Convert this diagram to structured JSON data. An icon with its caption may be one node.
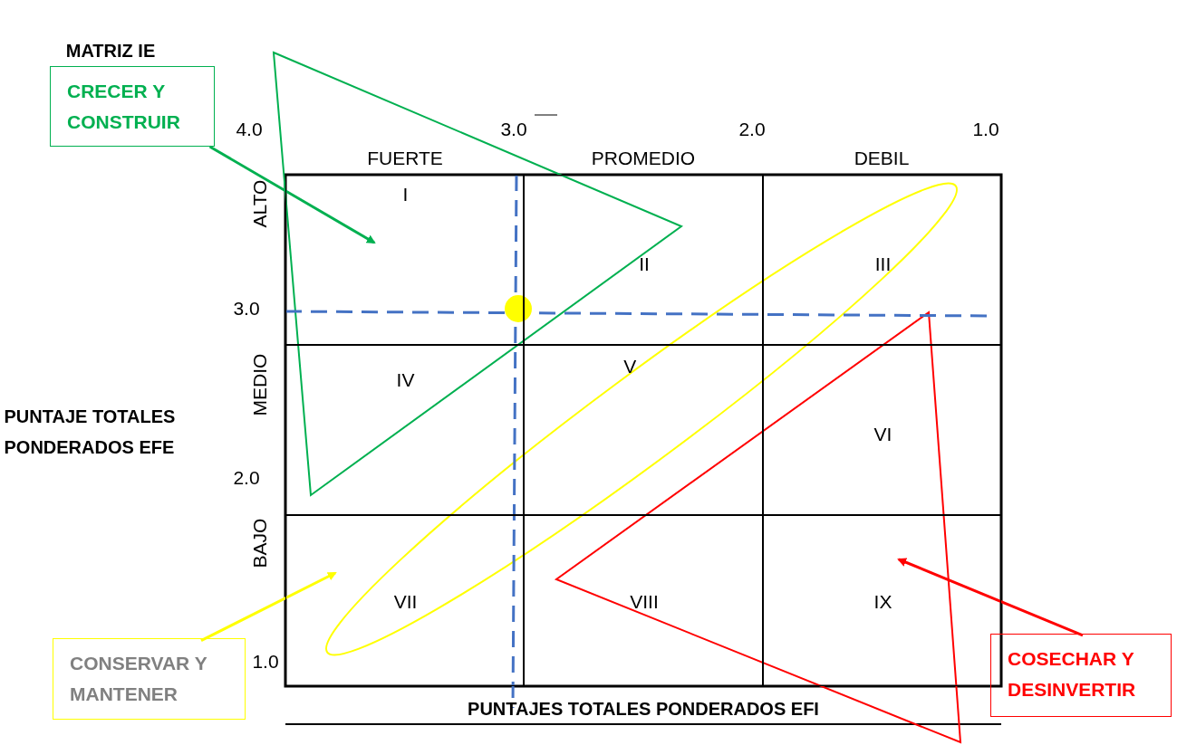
{
  "diagram": {
    "title": "MATRIZ IE",
    "nodes": [
      {
        "text": [
          "I"
        ]
      },
      {
        "text": [
          "II"
        ]
      },
      {
        "text": [
          "III"
        ]
      },
      {
        "text": [
          "IV"
        ]
      },
      {
        "text": [
          "V"
        ]
      },
      {
        "text": [
          "VI"
        ]
      },
      {
        "text": [
          "VII"
        ]
      },
      {
        "text": [
          "VIII"
        ]
      },
      {
        "text": [
          "IX"
        ]
      },
      {
        "text": [
          "CRECER Y CONSTRUIR"
        ]
      },
      {
        "text": [
          "CONSERVAR Y MANTENER"
        ]
      },
      {
        "text": [
          "COSECHAR Y DESINVERTIR"
        ]
      }
    ],
    "edges": [
      {
        "from": 9,
        "to": 0,
        "arrow": "to",
        "color": "#00b050"
      },
      {
        "from": 10,
        "to": 6,
        "arrow": "to",
        "color": "#ffff00"
      },
      {
        "from": 11,
        "to": 8,
        "arrow": "to",
        "color": "#ff0000"
      }
    ],
    "labels": [
      "4.0",
      "3.0",
      "2.0",
      "1.0",
      "FUERTE",
      "PROMEDIO",
      "DEBIL",
      "ALTO",
      "3.0",
      "MEDIO",
      "PUNTAJE TOTALES PONDERADOS EFE",
      "2.0",
      "BAJO",
      "1.0",
      "PUNTAJES TOTALES PONDERADOS EFI"
    ]
  }
}
